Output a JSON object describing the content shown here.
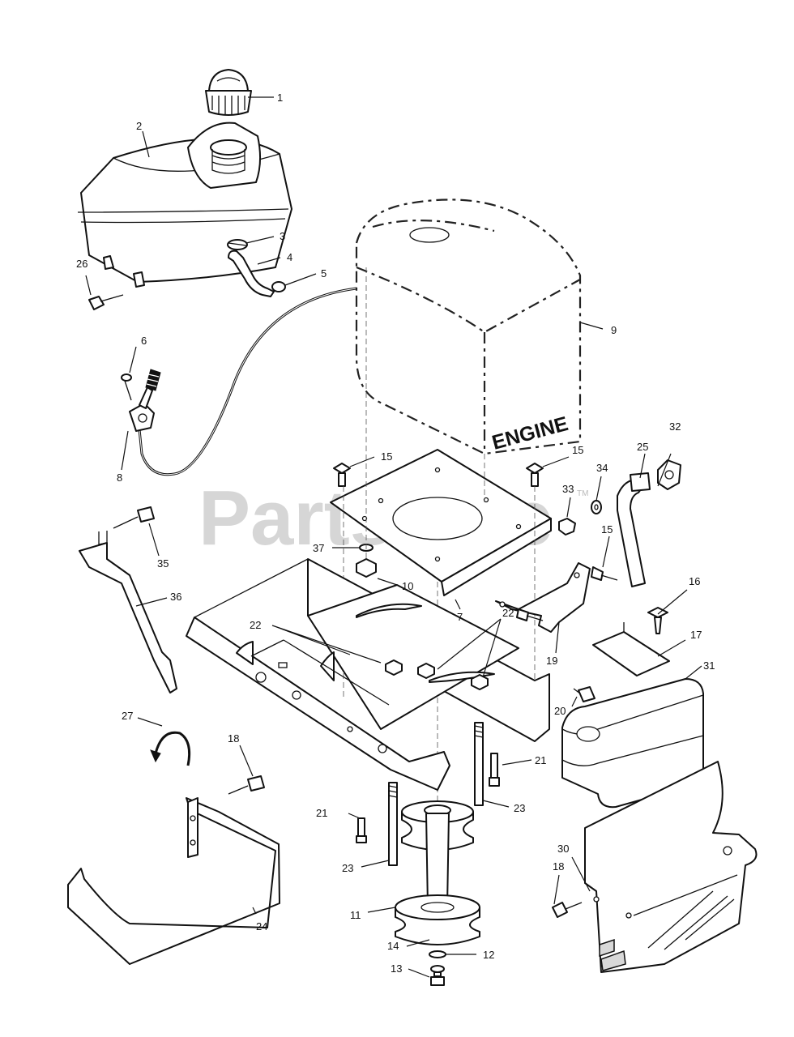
{
  "engine_label": "ENGINE",
  "watermark": "PartsTree",
  "watermark_tm": "TM",
  "callouts": [
    {
      "id": "c1",
      "text": "1"
    },
    {
      "id": "c2",
      "text": "2"
    },
    {
      "id": "c3",
      "text": "3"
    },
    {
      "id": "c4",
      "text": "4"
    },
    {
      "id": "c5",
      "text": "5"
    },
    {
      "id": "c26",
      "text": "26"
    },
    {
      "id": "c6",
      "text": "6"
    },
    {
      "id": "c8",
      "text": "8"
    },
    {
      "id": "c9",
      "text": "9"
    },
    {
      "id": "c15a",
      "text": "15"
    },
    {
      "id": "c15b",
      "text": "15"
    },
    {
      "id": "c15c",
      "text": "15"
    },
    {
      "id": "c32",
      "text": "32"
    },
    {
      "id": "c25",
      "text": "25"
    },
    {
      "id": "c34",
      "text": "34"
    },
    {
      "id": "c33",
      "text": "33"
    },
    {
      "id": "c37",
      "text": "37"
    },
    {
      "id": "c10",
      "text": "10"
    },
    {
      "id": "c7",
      "text": "7"
    },
    {
      "id": "c35",
      "text": "35"
    },
    {
      "id": "c36",
      "text": "36"
    },
    {
      "id": "c22a",
      "text": "22"
    },
    {
      "id": "c22b",
      "text": "22"
    },
    {
      "id": "c16",
      "text": "16"
    },
    {
      "id": "c17",
      "text": "17"
    },
    {
      "id": "c19",
      "text": "19"
    },
    {
      "id": "c31",
      "text": "31"
    },
    {
      "id": "c20",
      "text": "20"
    },
    {
      "id": "c27",
      "text": "27"
    },
    {
      "id": "c18a",
      "text": "18"
    },
    {
      "id": "c21a",
      "text": "21"
    },
    {
      "id": "c21b",
      "text": "21"
    },
    {
      "id": "c23a",
      "text": "23"
    },
    {
      "id": "c23b",
      "text": "23"
    },
    {
      "id": "c24",
      "text": "24"
    },
    {
      "id": "c11",
      "text": "11"
    },
    {
      "id": "c14",
      "text": "14"
    },
    {
      "id": "c12",
      "text": "12"
    },
    {
      "id": "c13",
      "text": "13"
    },
    {
      "id": "c30",
      "text": "30"
    },
    {
      "id": "c18b",
      "text": "18"
    }
  ]
}
